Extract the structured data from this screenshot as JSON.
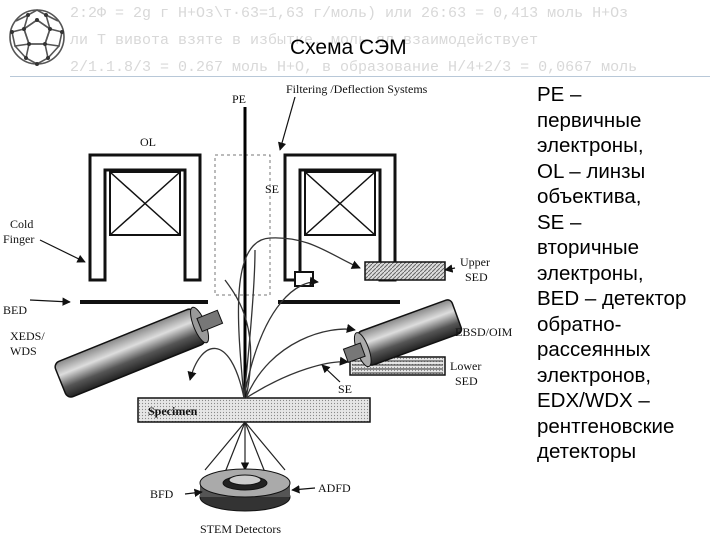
{
  "slide": {
    "title": "Схема СЭМ"
  },
  "diagram": {
    "labels": {
      "pe": "PE",
      "filtering": "Filtering /Deflection Systems",
      "ol": "OL",
      "se_top": "SE",
      "cold_finger_1": "Cold",
      "cold_finger_2": "Finger",
      "upper_sed_1": "Upper",
      "upper_sed_2": "SED",
      "bed": "BED",
      "xeds_1": "XEDS/",
      "xeds_2": "WDS",
      "ebsd": "EBSD/OIM",
      "lower_sed_1": "Lower",
      "lower_sed_2": "SED",
      "se_bottom": "SE",
      "specimen": "Specimen",
      "bfd": "BFD",
      "adfd": "ADFD",
      "stem": "STEM Detectors"
    }
  },
  "legend": {
    "lines": [
      "PE –",
      "первичные",
      "электроны,",
      "OL – линзы",
      "объектива,",
      "SE –",
      "вторичные",
      "электроны,",
      "BED – детектор",
      "обратно-",
      "рассеянных",
      "электронов,",
      "EDX/WDX –",
      "рентгеновские",
      "детекторы"
    ]
  },
  "background_text": [
    "2:2Φ = 2g г Н+Оз\\т·63=1,63 г/моль) или 26:63 = 0,413 моль Н+Оз",
    "ли Т вивота взяте в избытке. моль ял  взаимодействует",
    "2/1.1.8/3 = 0.267 моль Н+О, в образование Н/4+2/3 = 0,0667 моль"
  ]
}
